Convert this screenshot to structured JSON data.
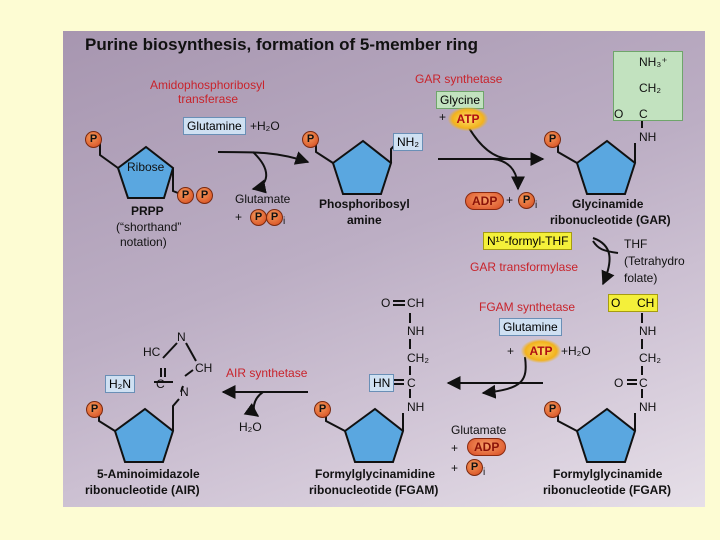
{
  "title": "Purine biosynthesis, formation of 5-member ring",
  "p_symbol": "P",
  "plus": "+",
  "colors": {
    "ring": "#5aa7e0",
    "phosphate": "#d4461d",
    "enzyme_text": "#c8242c"
  },
  "step1": {
    "enzyme_line1": "Amidophosphoribosyl",
    "enzyme_line2": "transferase",
    "substrate": "Glutamine",
    "water": "+H₂O",
    "product": "Glutamate",
    "pi_sub": "i"
  },
  "prpp": {
    "ribose": "Ribose",
    "name": "PRPP",
    "note_line1": "(“shorthand”",
    "note_line2": "notation)"
  },
  "phosphoribosylamine": {
    "group": "NH₂",
    "line1": "Phosphoribosyl",
    "line2": "amine"
  },
  "step2": {
    "enzyme": "GAR synthetase",
    "substrate": "Glycine",
    "atp": "ATP",
    "adp": "ADP",
    "pi_sub": "i"
  },
  "gar": {
    "nh3": "NH₃⁺",
    "ch2": "CH₂",
    "o": "O",
    "c": "C",
    "nh": "NH",
    "line1": "Glycinamide",
    "line2": "ribonucleotide (GAR)"
  },
  "step3": {
    "cofactor": "N¹⁰-formyl-THF",
    "enzyme": "GAR transformylase",
    "thf": "THF",
    "thf_line2": "(Tetrahydro",
    "thf_line3": "folate)"
  },
  "fgar": {
    "o": "O",
    "ch": "CH",
    "nh": "NH",
    "ch2": "CH₂",
    "c": "C",
    "nh2": "NH",
    "line1": "Formylglycinamide",
    "line2": "ribonucleotide (FGAR)"
  },
  "step4": {
    "enzyme": "FGAM synthetase",
    "substrate": "Glutamine",
    "atp": "ATP",
    "water": "+H₂O",
    "glutamate": "Glutamate",
    "adp": "ADP",
    "pi_sub": "i"
  },
  "fgam": {
    "o": "O",
    "ch": "CH",
    "nh": "NH",
    "ch2": "CH₂",
    "hn": "HN",
    "c": "C",
    "nh2": "NH",
    "line1": "Formylglycinamidine",
    "line2": "ribonucleotide (FGAM)"
  },
  "step5": {
    "enzyme": "AIR synthetase",
    "water": "H₂O"
  },
  "air": {
    "hc": "HC",
    "n_top": "N",
    "ch": "CH",
    "h2n": "H₂N",
    "c": "C",
    "n_bottom": "N",
    "line1": "5-Aminoimidazole",
    "line2": "ribonucleotide (AIR)"
  }
}
